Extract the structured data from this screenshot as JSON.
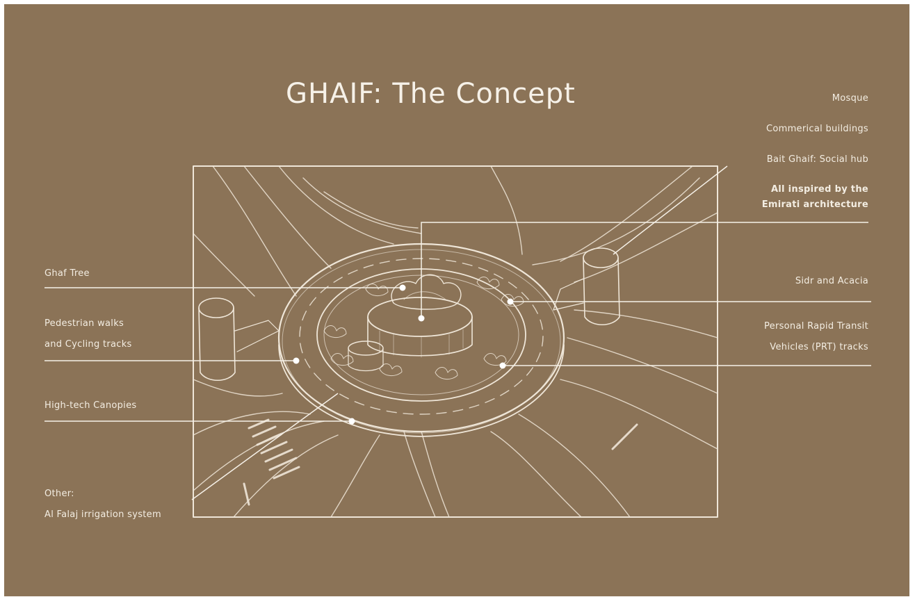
{
  "title": "GHAIF: The Concept",
  "left_labels": {
    "ghaf_tree": "Ghaf Tree",
    "pedestrian_1": "Pedestrian walks",
    "pedestrian_2": "and Cycling tracks",
    "canopies": "High-tech Canopies",
    "other": "Other:",
    "falaj": "Al Falaj irrigation system"
  },
  "right_labels": {
    "mosque": "Mosque",
    "commercial": "Commerical buildings",
    "bait_ghaif": "Bait Ghaif: Social hub",
    "inspired_1": "All inspired by the",
    "inspired_2": "Emirati architecture",
    "sidr": "Sidr and Acacia",
    "prt_1": "Personal Rapid Transit",
    "prt_2": "Vehicles (PRT) tracks"
  },
  "colors": {
    "background": "#8b7357",
    "ink": "#f3ede2"
  }
}
